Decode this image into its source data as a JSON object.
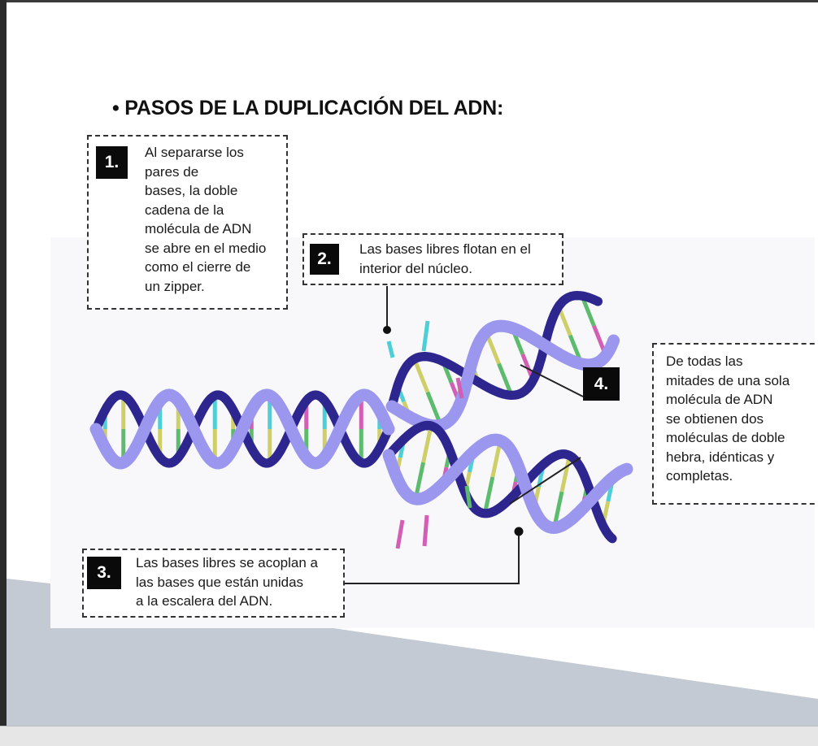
{
  "title": "• PASOS DE LA DUPLICACIÓN DEL ADN:",
  "steps": [
    {
      "number": "1.",
      "lines": [
        "Al separarse los",
        "pares de",
        "bases, la doble",
        "cadena de la",
        "molécula de ADN",
        "se abre en el medio",
        "como el cierre de",
        "un zipper."
      ]
    },
    {
      "number": "2.",
      "lines": [
        "Las bases libres flotan en el",
        "interior del núcleo."
      ]
    },
    {
      "number": "3.",
      "lines": [
        "Las bases libres se acoplan a",
        "las bases que están unidas",
        "a la escalera del ADN."
      ]
    },
    {
      "number": "4.",
      "lines": [
        "De todas las",
        "mitades de una sola",
        "molécula de ADN",
        "se obtienen dos",
        "moléculas de doble",
        "hebra, idénticas y",
        "completas."
      ]
    }
  ],
  "colors": {
    "strand_light": "#9b97ee",
    "strand_dark": "#2e268f",
    "base_yellow": "#cfcf6a",
    "base_green": "#5dbb6e",
    "base_pink": "#d35fb4",
    "base_cyan": "#4dcfd5",
    "floor_gray": "#c3cad3"
  }
}
